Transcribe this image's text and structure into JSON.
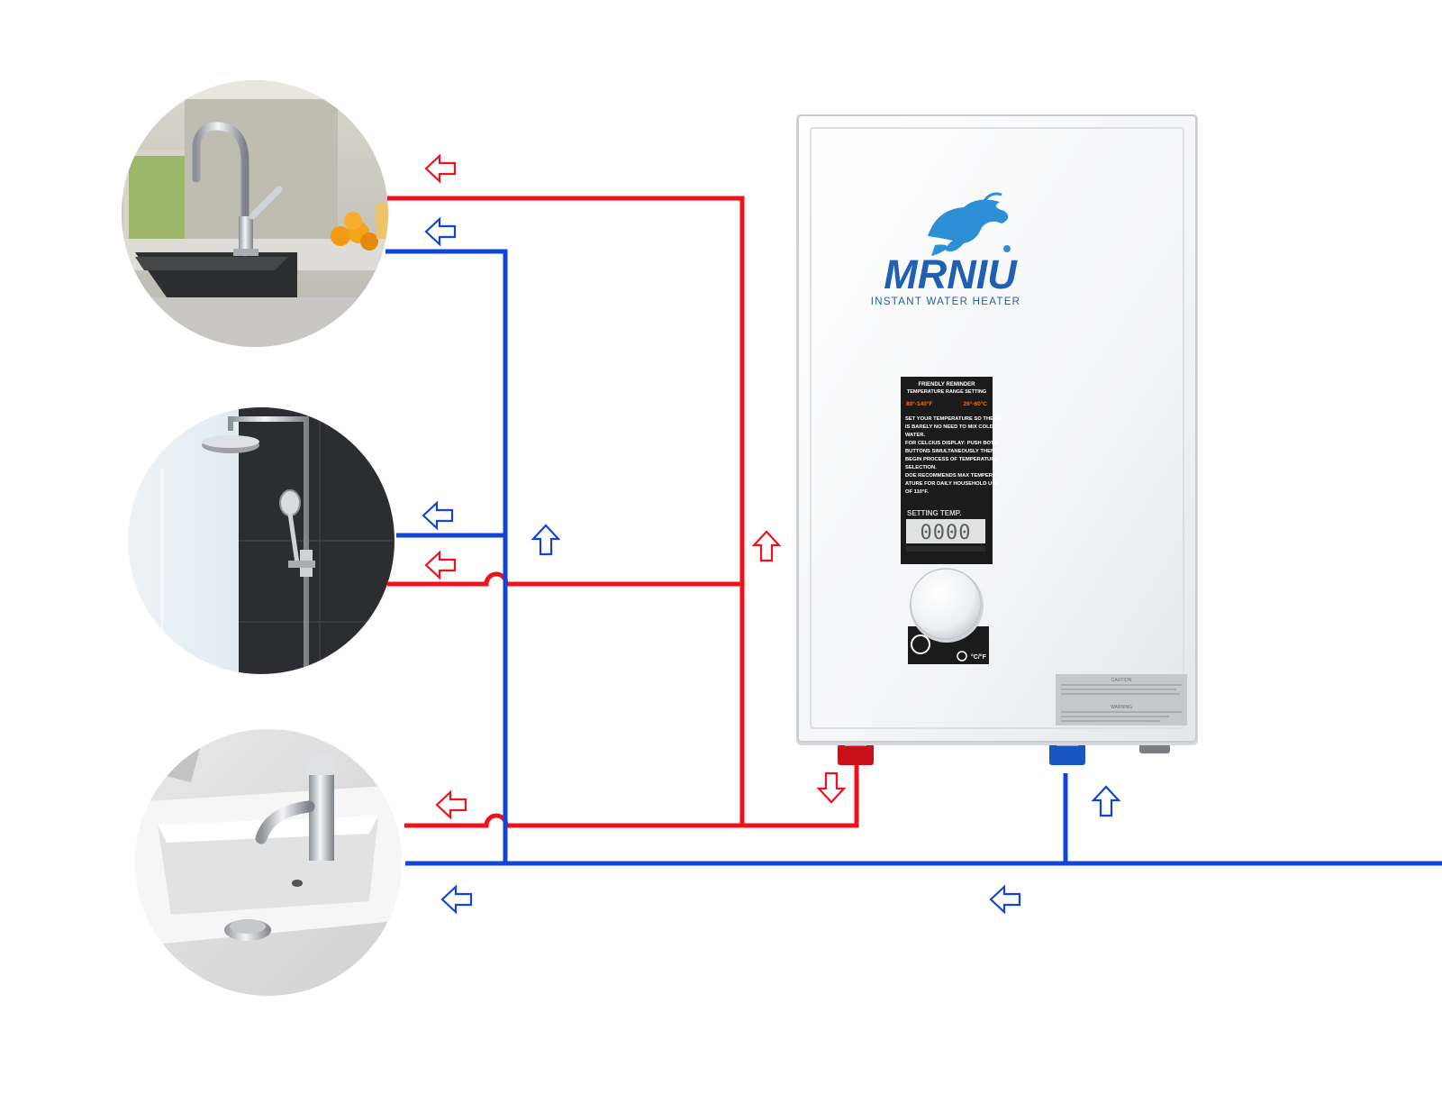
{
  "heater": {
    "brand": "MRNIU",
    "subtitle": "INSTANT WATER HEATER",
    "panel": {
      "title_line1": "FRIENDLY REMINDER",
      "title_line2": "TEMPERATURE RANGE SETTING",
      "range_f": "80°-140°F",
      "range_c": "26°-60°C",
      "lines": [
        "SET YOUR TEMPERATURE SO THERE",
        "IS BARELY NO NEED TO MIX COLD",
        "WATER.",
        "FOR CELCIUS DISPLAY:  PUSH BOTH",
        "BUTTONS SIMULTANEOUSLY THEN",
        "BEGIN PROCESS OF TEMPERATURE",
        "SELECTION.",
        "DOE RECOMMENDS MAX TEMPER-",
        "ATURE FOR DAILY HOUSEHOLD USE",
        "OF 110°F."
      ],
      "setting_label": "SETTING TEMP.",
      "setting_value": "0000",
      "unit_toggle": "°C/°F"
    },
    "caution_label": "CAUTION",
    "warning_label": "WARNING",
    "colors": {
      "brand": "#1f5fb4",
      "accent": "#2d8fd6"
    }
  },
  "fixtures": [
    {
      "name": "kitchen-faucet"
    },
    {
      "name": "rain-shower"
    },
    {
      "name": "bathroom-sink"
    }
  ],
  "pipes": {
    "hot_color": "#f2111a",
    "cold_color": "#1144d8"
  },
  "icons": {
    "hot_flow_arrow": "hot-flow-arrow-icon",
    "cold_flow_arrow": "cold-flow-arrow-icon",
    "logo": "bull-logo-icon"
  }
}
